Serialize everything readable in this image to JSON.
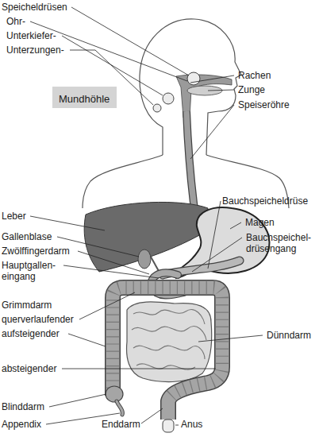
{
  "diagram": {
    "nodes": [
      {
        "text": [
          "Mundhöhle"
        ]
      }
    ],
    "labels": [
      "Speicheldrüsen",
      "Ohr-",
      "Unterkiefer-",
      "Unterzungen-",
      "Rachen",
      "Zunge",
      "Speiseröhre",
      "Bauchspeicheldrüse",
      "Magen",
      "Bauchspeichel- drüsengang",
      "Leber",
      "Gallenblase",
      "Zwölffingerdarm",
      "Hauptgallen- eingang",
      "Grimmdarm",
      "querverlaufender",
      "aufsteigender",
      "Dünndarm",
      "absteigender",
      "Blinddarm",
      "Appendix",
      "Enddarm",
      "Anus"
    ]
  }
}
